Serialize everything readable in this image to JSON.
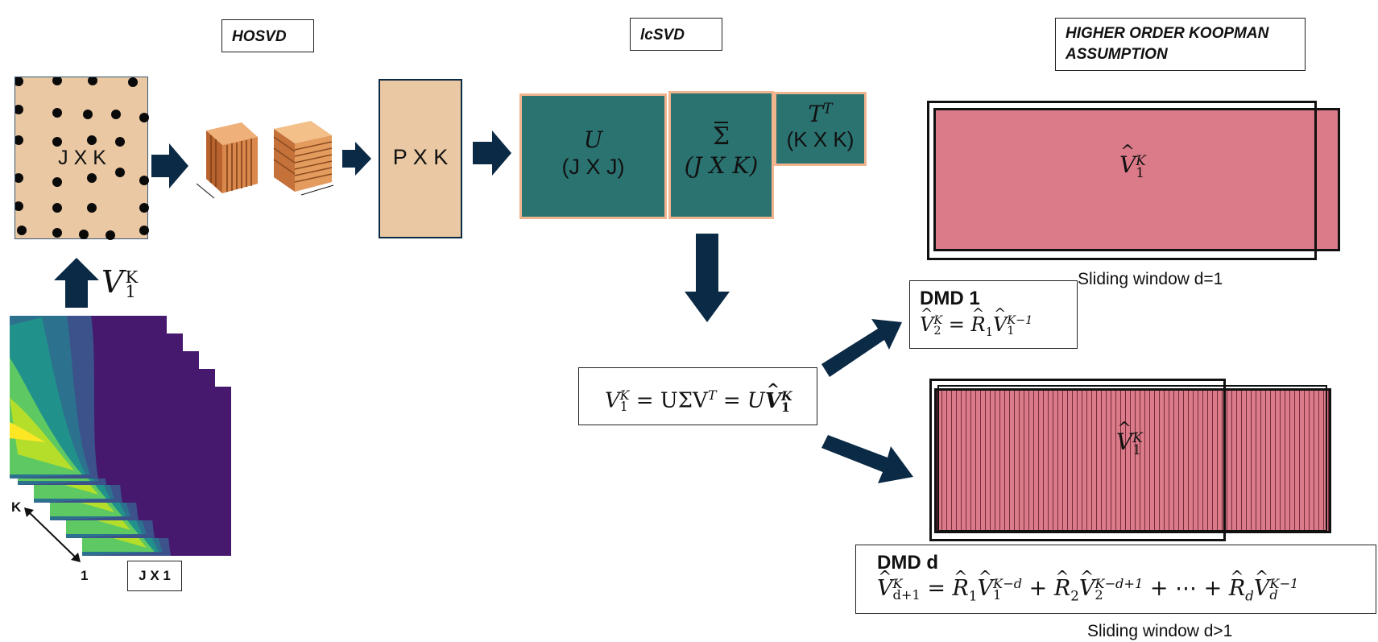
{
  "labels": {
    "hosvd": "HOSVD",
    "lcsvd": "lcSVD",
    "hok_line1": "HIGHER ORDER KOOPMAN",
    "hok_line2": "ASSUMPTION"
  },
  "matrices": {
    "jxk": "J X K",
    "pxk": "P X K",
    "u_symbol": "U",
    "u_dims": "(J X J)",
    "sigma_symbol": "Σ",
    "sigma_dims": "(J X K)",
    "t_symbol": "T",
    "t_sup": "T",
    "t_dims": "(K X K)",
    "jx1": "J X 1"
  },
  "snapshot": {
    "v_symbol": "V",
    "v_sup": "K",
    "v_sub": "1",
    "axis_k": "K",
    "axis_1": "1"
  },
  "equation": {
    "lhs_v": "V",
    "lhs_sup": "K",
    "lhs_sub": "1",
    "mid": " = UΣV",
    "mid_sup": "T",
    "eq2": " = U",
    "rhs_v": "V",
    "rhs_sup": "K",
    "rhs_sub": "1"
  },
  "windows": {
    "top_v": "V",
    "top_sup": "K",
    "top_sub": "1",
    "top_caption": "Sliding window d=1",
    "bottom_v": "V",
    "bottom_sup": "K",
    "bottom_sub": "1",
    "bottom_caption": "Sliding window d>1"
  },
  "dmd1": {
    "title": "DMD 1",
    "v2": "V",
    "v2_sup": "K",
    "v2_sub": "2",
    "eq": " = ",
    "r": "R",
    "r_sub": "1",
    "v1": "V",
    "v1_sup": "K−1",
    "v1_sub": "1"
  },
  "dmdd": {
    "title": "DMD d",
    "lhs_v": "V",
    "lhs_sup": "K",
    "lhs_sub": "d+1",
    "eq": " = ",
    "r1": "R",
    "r1_sub": "1",
    "t1_v": "V",
    "t1_sup": "K−d",
    "t1_sub": "1",
    "plus": " + ",
    "r2": "R",
    "r2_sub": "2",
    "t2_v": "V",
    "t2_sup": "K−d+1",
    "t2_sub": "2",
    "dots": " + ⋯ + ",
    "rd": "R",
    "rd_sub": "d",
    "td_v": "V",
    "td_sup": "K−1",
    "td_sub": "d"
  },
  "colors": {
    "navy": "#0b2a45",
    "teal": "#2a7371",
    "beige": "#e9c8a3",
    "pink": "#db7a88",
    "purple": "#46186e"
  }
}
